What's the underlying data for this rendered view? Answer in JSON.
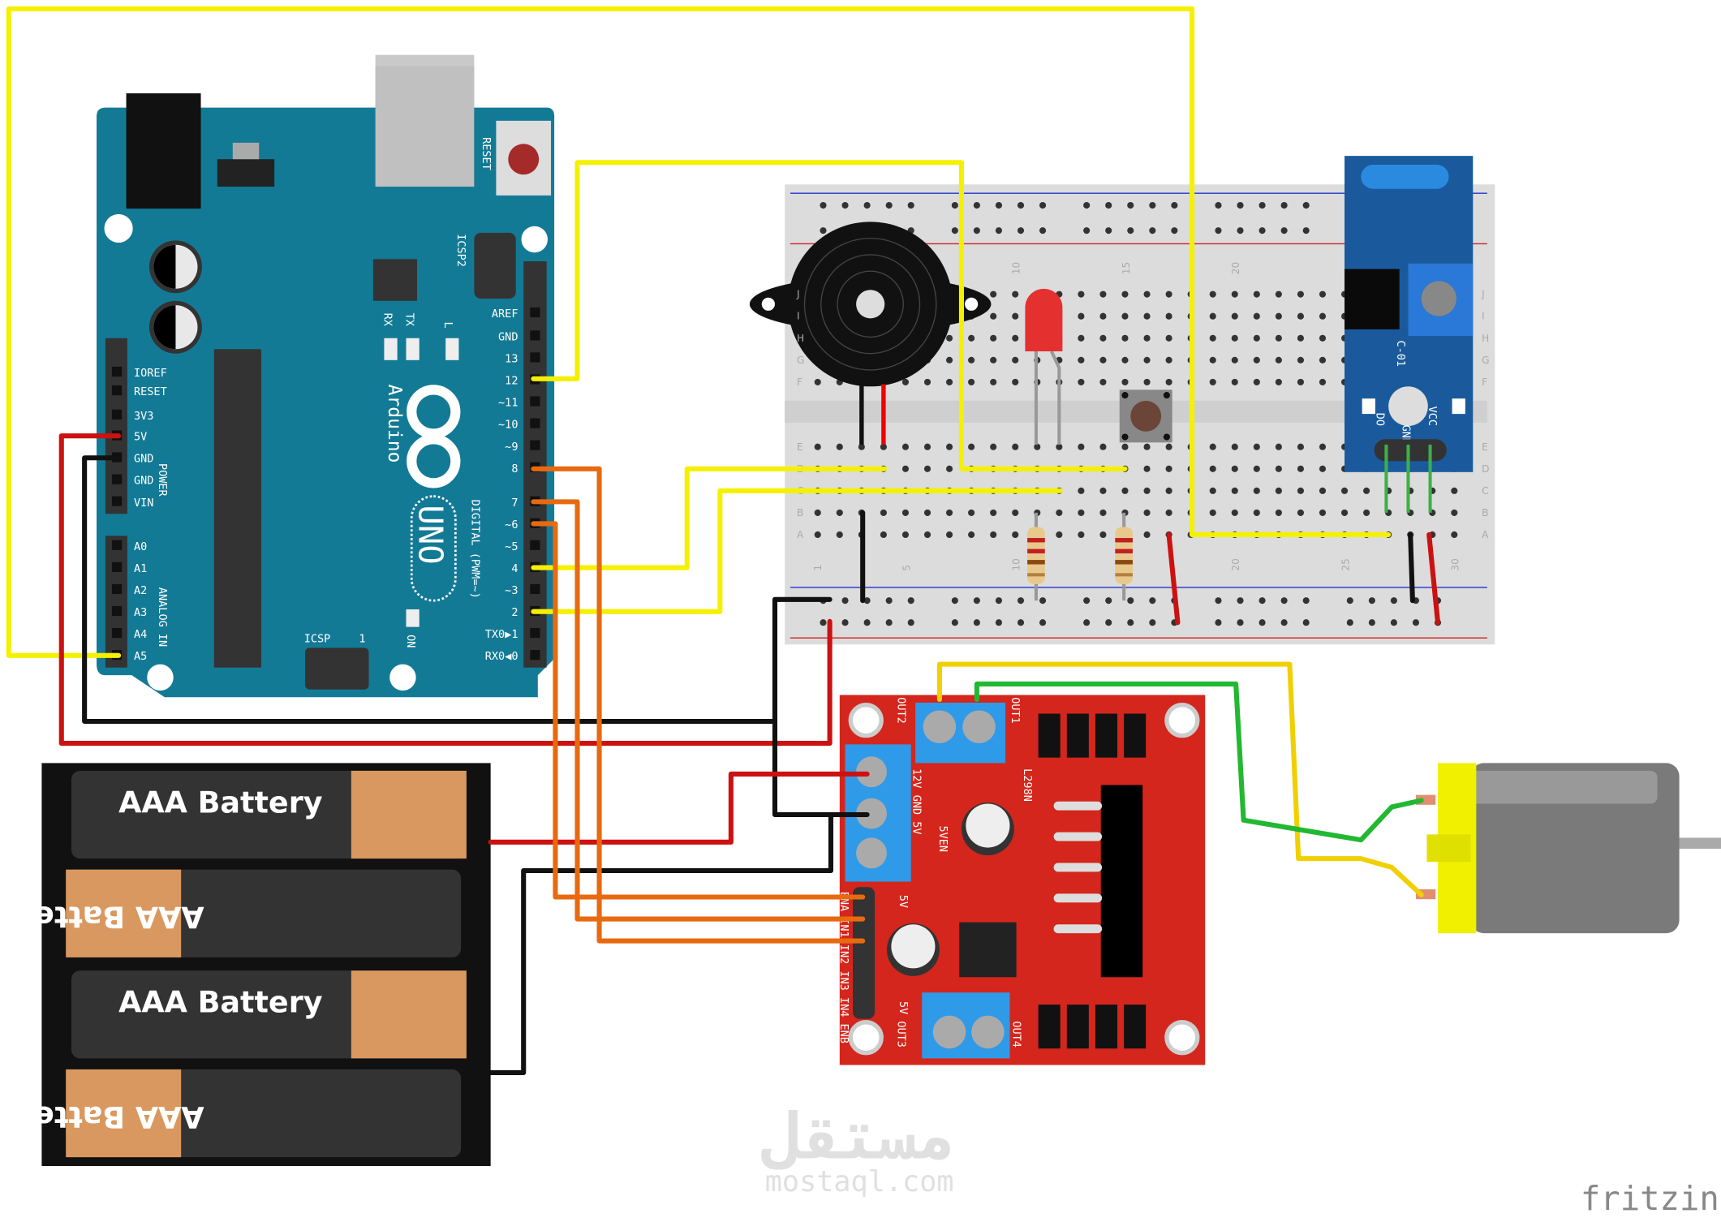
{
  "arduino": {
    "brand": "Arduino",
    "model": "UNO",
    "reset_label": "RESET",
    "icsp2_label": "ICSP2",
    "icsp_label": "ICSP",
    "icsp_pin1": "1",
    "rx": "RX",
    "tx": "TX",
    "l": "L",
    "on": "ON",
    "power_label": "POWER",
    "analog_label": "ANALOG IN",
    "digital_label": "DIGITAL (PWM=~)",
    "power_pins": [
      "IOREF",
      "RESET",
      "3V3",
      "5V",
      "GND",
      "GND",
      "VIN"
    ],
    "analog_pins": [
      "A0",
      "A1",
      "A2",
      "A3",
      "A4",
      "A5"
    ],
    "digital_pins": [
      "AREF",
      "GND",
      "13",
      "12",
      "~11",
      "~10",
      "~9",
      "8",
      "7",
      "~6",
      "~5",
      "4",
      "~3",
      "2",
      "TX0▶1",
      "RX0◀0"
    ]
  },
  "breadboard": {
    "column_numbers": [
      "1",
      "5",
      "10",
      "15",
      "20",
      "25",
      "30"
    ],
    "row_letters": [
      "J",
      "I",
      "H",
      "G",
      "F",
      "E",
      "D",
      "C",
      "B",
      "A"
    ]
  },
  "sensor": {
    "model": "C-01",
    "pins": [
      "DO",
      "GND",
      "VCC"
    ]
  },
  "driver": {
    "chip": "L298N",
    "out1": "OUT1",
    "out2": "OUT2",
    "out3": "OUT3",
    "out4": "OUT4",
    "power_terminals": "12V GND 5V",
    "jumper": "5VEN",
    "control_pins": "ENA IN1 IN2 IN3 IN4 ENB",
    "v5": "5V"
  },
  "battery_pack": {
    "cells": [
      "AAA Battery",
      "AAA Battery",
      "AAA Battery",
      "AAA Battery"
    ]
  },
  "wire_colors": {
    "yellow": "#f5f000",
    "red": "#cc1111",
    "black": "#111111",
    "orange": "#e86a10",
    "green": "#22b832"
  },
  "watermark": {
    "arabic": "مستقل",
    "site": "mostaql.com"
  },
  "logo": "fritzing"
}
